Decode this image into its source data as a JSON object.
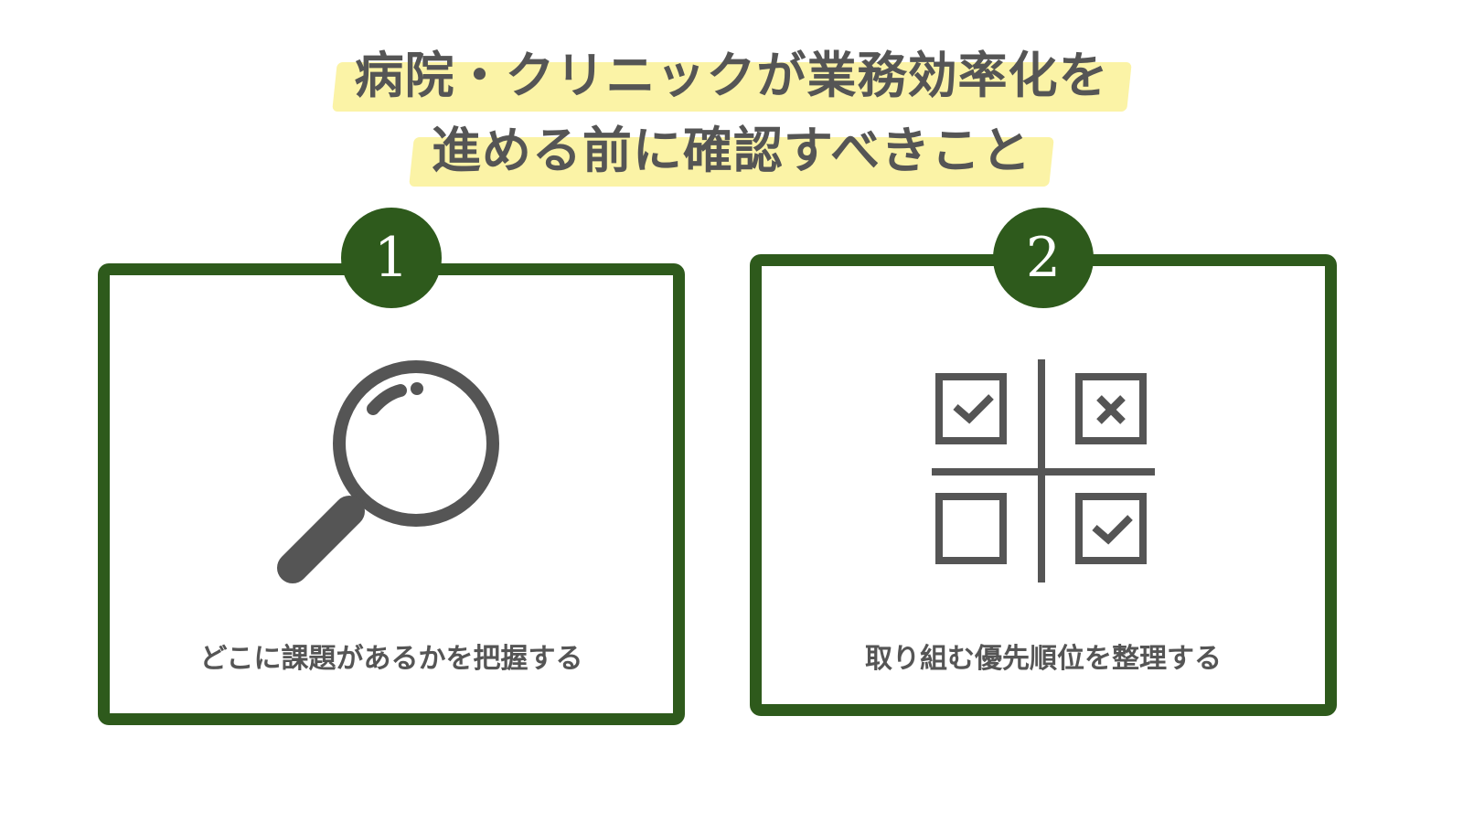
{
  "title": {
    "line1": "病院・クリニックが業務効率化を",
    "line2": "進める前に確認すべきこと",
    "highlight_color": "#fbf3a6",
    "text_color": "#555555"
  },
  "cards": [
    {
      "number": "1",
      "icon": "magnifying-glass-icon",
      "caption": "どこに課題があるかを把握する"
    },
    {
      "number": "2",
      "icon": "checkbox-matrix-icon",
      "caption": "取り組む優先順位を整理する"
    }
  ],
  "colors": {
    "accent": "#2e5a1c",
    "icon": "#555555",
    "background": "#ffffff"
  }
}
